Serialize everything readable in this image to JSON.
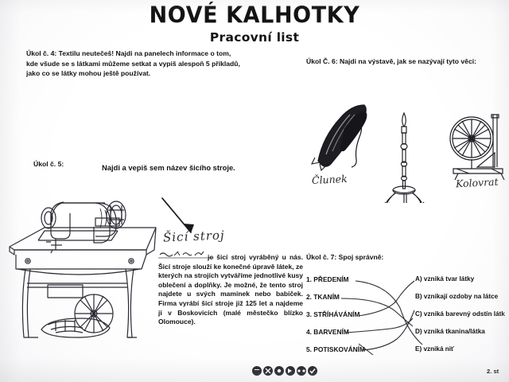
{
  "document": {
    "title": "NOVÉ KALHOTKY",
    "subtitle": "Pracovní list",
    "page_number": "2. st"
  },
  "task4": {
    "heading": "Úkol č. 4:",
    "lines": [
      "Úkol č. 4: Textilu neutečeš! Najdi na panelech informace o tom,",
      "kde všude se s látkami můžeme setkat a vypiš alespoň 5 příkladů,",
      "jako co se látky mohou ještě používat."
    ]
  },
  "task5": {
    "heading": "Úkol č. 5:",
    "instruction": "Najdi a vepiš sem název šicího stroje.",
    "handwritten_answer": "Šicí stroj",
    "paragraph_first_line_rest": "je šicí stroj",
    "paragraph": "vyráběný u nás. Šicí stroje slouží ke konečné úpravě látek, ze kterých na strojích vytváříme jednotlivé kusy oblečení a doplňky. Je možné, že tento stroj najdete u svých maminek nebo babiček. Firma vyrábí šicí stroje již 125 let a najdeme ji v Boskovicích (malé městečko blízko Olomouce)."
  },
  "task6": {
    "heading": "Úkol Č. 6: Najdi na výstavě, jak se nazývají tyto věci:",
    "labels": [
      {
        "name": "shuttle-drawing",
        "handwritten": "Člunek"
      },
      {
        "name": "spindle-drawing",
        "handwritten": ""
      },
      {
        "name": "spinning-wheel-drawing",
        "handwritten": "Kolovrat"
      }
    ]
  },
  "task7": {
    "heading": "Úkol č. 7: Spoj správně:",
    "left_items": [
      "1. PŘEDENÍM",
      "2. TKANÍM",
      "3. STŘÍHÁVÁNÍM",
      "4. BARVENÍM",
      "5. POTISKOVÁNÍM"
    ],
    "right_items": [
      "A) vzniká tvar látky",
      "B) vznikají ozdoby na látce",
      "C) vzniká barevný odstín látk",
      "D) vzniká tkanina/látka",
      "E) vzniká niť"
    ],
    "connections": [
      {
        "from": 0,
        "to": 4
      },
      {
        "from": 1,
        "to": 3
      },
      {
        "from": 2,
        "to": 0
      },
      {
        "from": 3,
        "to": 2
      },
      {
        "from": 4,
        "to": 1
      }
    ]
  },
  "colors": {
    "ink": "#131313",
    "handwriting": "#2b2b30",
    "paper": "#ffffff"
  }
}
